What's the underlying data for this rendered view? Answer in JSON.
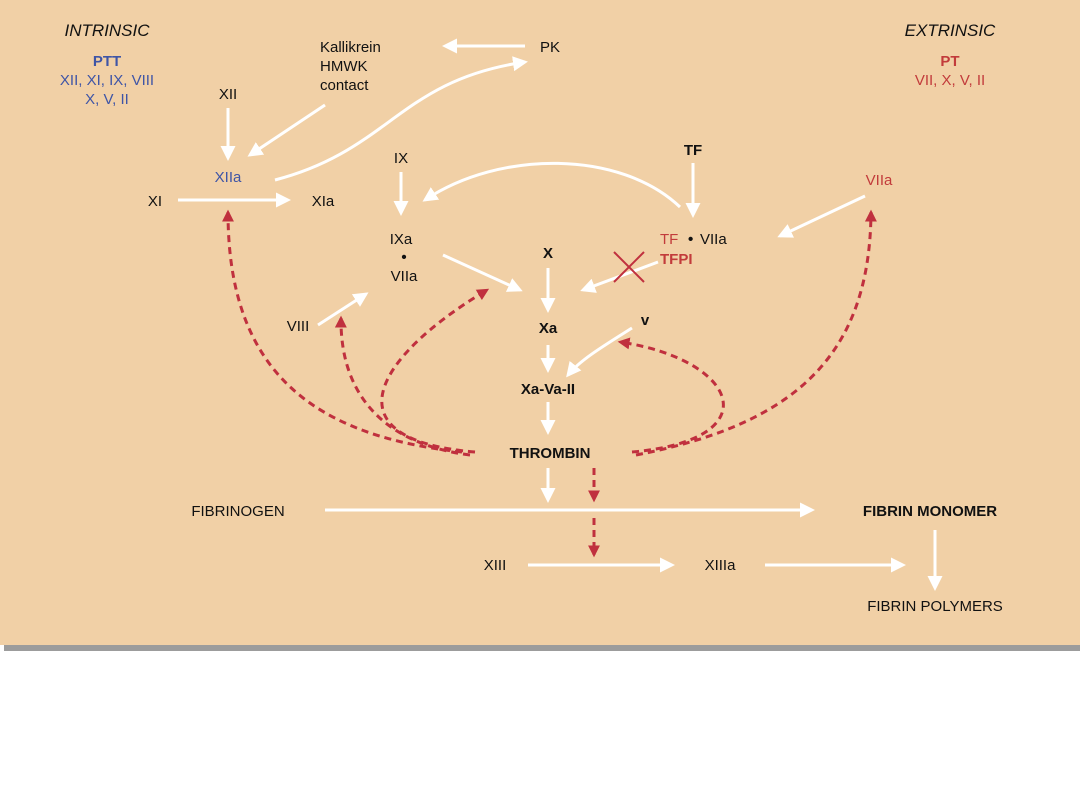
{
  "headers": {
    "intrinsic": "INTRINSIC",
    "intrinsic_test": "PTT",
    "intrinsic_factors_1": "XII, XI, IX, VIII",
    "intrinsic_factors_2": "X, V, II",
    "extrinsic": "EXTRINSIC",
    "extrinsic_test": "PT",
    "extrinsic_factors": "VII, X, V, II"
  },
  "nodes": {
    "kallikrein": "Kallikrein",
    "hmwk": "HMWK",
    "contact": "contact",
    "pk": "PK",
    "xii": "XII",
    "xiia": "XIIa",
    "xi": "XI",
    "xia": "XIa",
    "ix": "IX",
    "ixa": "IXa",
    "dot": "•",
    "viia_complex": "VIIa",
    "viii": "VIII",
    "tf": "TF",
    "tf_complex": "TF",
    "viia_tf_complex": "VIIa",
    "tfpi": "TFPI",
    "viia": "VIIa",
    "x": "X",
    "xa": "Xa",
    "v": "v",
    "xa_va_ii": "Xa-Va-II",
    "thrombin": "THROMBIN",
    "fibrinogen": "FIBRINOGEN",
    "fibrin_monomer": "FIBRIN MONOMER",
    "xiii": "XIII",
    "xiiia": "XIIIa",
    "fibrin_polymers": "FIBRIN POLYMERS"
  },
  "colors": {
    "background": "#f1d0a6",
    "arrow": "#ffffff",
    "feedback": "#c0303e",
    "intrinsic_text": "#3f55a6",
    "extrinsic_text": "#c23b3b"
  }
}
